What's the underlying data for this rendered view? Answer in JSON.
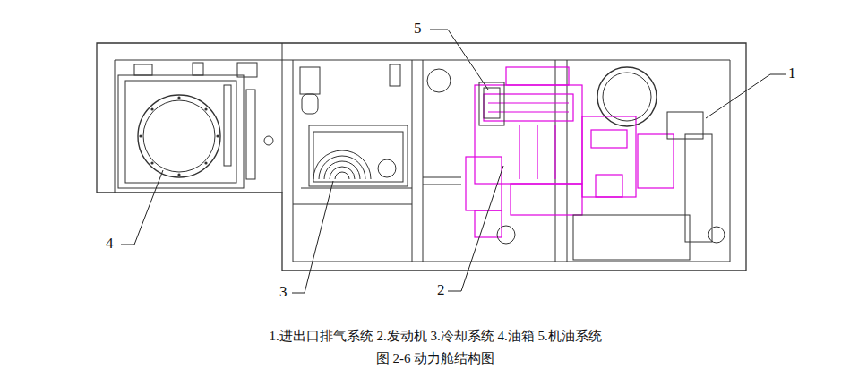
{
  "diagram": {
    "caption": "图 2-6 动力舱结构图",
    "labels": [
      "5",
      "1",
      "4",
      "3",
      "2",
      "1.进出口排气系统 2.发动机 3.冷却系统 4.油箱 5.机油系统"
    ]
  }
}
